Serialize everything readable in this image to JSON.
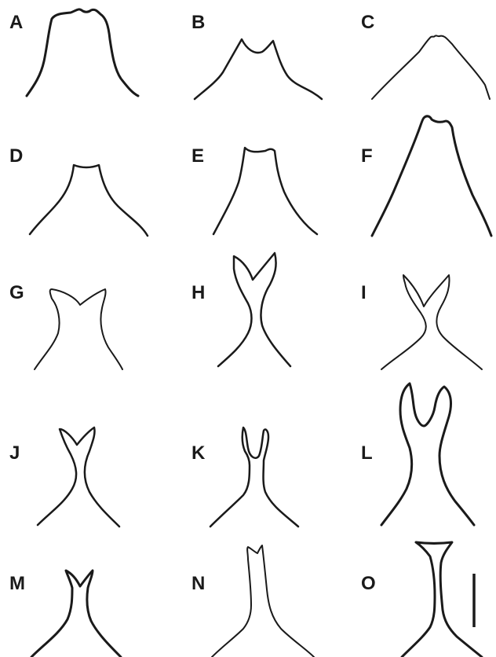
{
  "panels": [
    {
      "label": "A",
      "shape": "wide-dome-wavy-top"
    },
    {
      "label": "B",
      "shape": "dome-notched-top"
    },
    {
      "label": "C",
      "shape": "broad-triangle-notched-tip"
    },
    {
      "label": "D",
      "shape": "dome-flat-top"
    },
    {
      "label": "E",
      "shape": "dome-notched-top"
    },
    {
      "label": "F",
      "shape": "tall-cone-wavy-tip"
    },
    {
      "label": "G",
      "shape": "waisted-v-notch"
    },
    {
      "label": "H",
      "shape": "hourglass-v-fork"
    },
    {
      "label": "I",
      "shape": "narrow-waist-v-fork"
    },
    {
      "label": "J",
      "shape": "hourglass-v-fork"
    },
    {
      "label": "K",
      "shape": "narrow-stalk-u-fork"
    },
    {
      "label": "L",
      "shape": "hourglass-deep-u-fork"
    },
    {
      "label": "M",
      "shape": "stalk-v-notch"
    },
    {
      "label": "N",
      "shape": "flared-stalk-small-notch"
    },
    {
      "label": "O",
      "shape": "flared-stalk-cupped-top"
    }
  ],
  "scale_bar": {
    "present": true
  },
  "colors": {
    "line": "#1a1a1a",
    "background": "#ffffff"
  }
}
